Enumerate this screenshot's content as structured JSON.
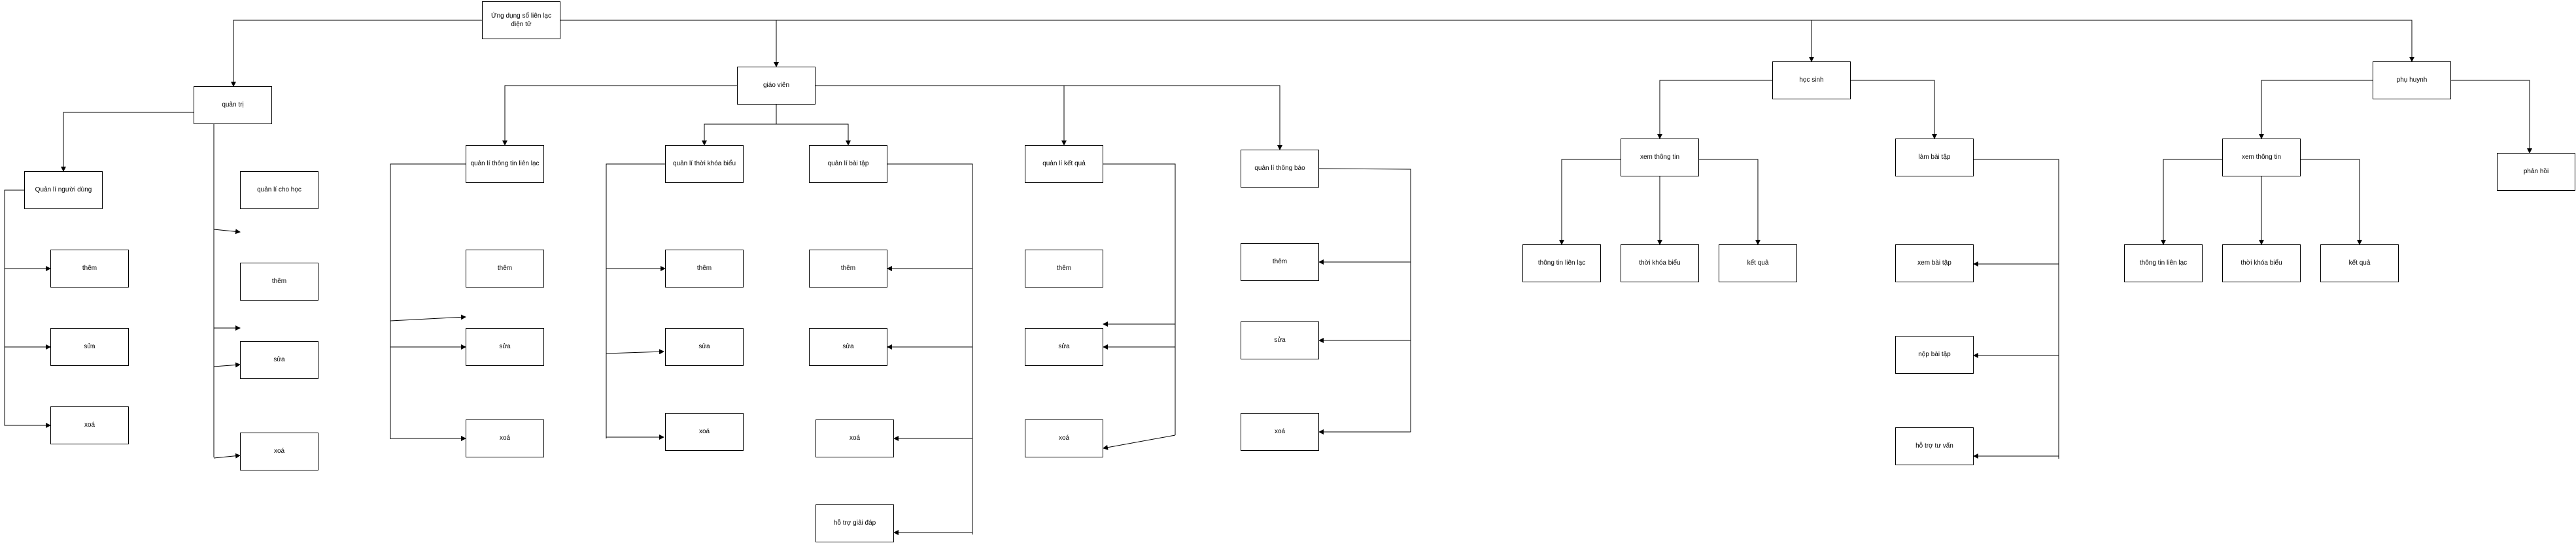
{
  "diagram": {
    "root": "Ứng dụng sổ liên lạc điện tử",
    "admin": {
      "title": "quản trị",
      "users": "Quản lí người dùng",
      "tutoring": "quản lí cho học",
      "add": "thêm",
      "edit": "sửa",
      "delete": "xoá"
    },
    "teacher": {
      "title": "giáo viên",
      "contact_info": "quản lí thông tin liên lạc",
      "timetable": "quản lí thời khóa biểu",
      "homework": "quản lí bài tập",
      "results": "quản lí kết quả",
      "notices": "quản lí thông báo",
      "add": "thêm",
      "edit": "sửa",
      "delete": "xoá",
      "qa_support": "hỗ trợ giải đáp"
    },
    "student": {
      "title": "học sinh",
      "view_info": "xem thông tin",
      "contact_info": "thông tin liên lạc",
      "timetable": "thời khóa biểu",
      "results": "kết quả",
      "homework": "làm bài tập",
      "view_homework": "xem bài tập",
      "submit_homework": "nộp bài tập",
      "counseling": "hỗ trợ tư vấn"
    },
    "parent": {
      "title": "phụ huynh",
      "view_info": "xem thông tin",
      "contact_info": "thông tin liên lạc",
      "timetable": "thời khóa biểu",
      "results": "kết quả",
      "feedback": "phản hồi"
    }
  }
}
